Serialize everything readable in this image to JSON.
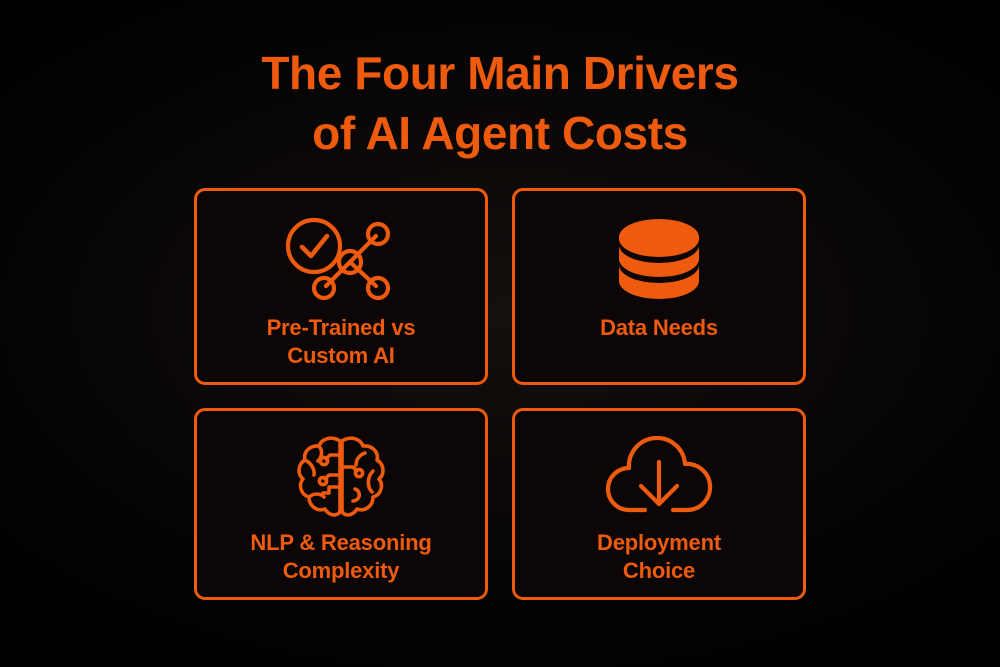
{
  "theme": {
    "accent": "#EE5A0E",
    "background": "#000000",
    "card_fill": "#0C0706"
  },
  "title": {
    "line1": "The Four Main Drivers",
    "line2": "of AI Agent Costs",
    "full": "The Four Main Drivers of AI Agent Costs"
  },
  "cards": [
    {
      "icon": "checkmark-network-icon",
      "label": "Pre-Trained vs\nCustom AI",
      "label_line1": "Pre-Trained vs",
      "label_line2": "Custom AI"
    },
    {
      "icon": "database-icon",
      "label": "Data Needs",
      "label_line1": "Data Needs",
      "label_line2": ""
    },
    {
      "icon": "brain-circuit-icon",
      "label": "NLP & Reasoning\nComplexity",
      "label_line1": "NLP & Reasoning",
      "label_line2": "Complexity"
    },
    {
      "icon": "cloud-download-icon",
      "label": "Deployment\nChoice",
      "label_line1": "Deployment",
      "label_line2": "Choice"
    }
  ]
}
